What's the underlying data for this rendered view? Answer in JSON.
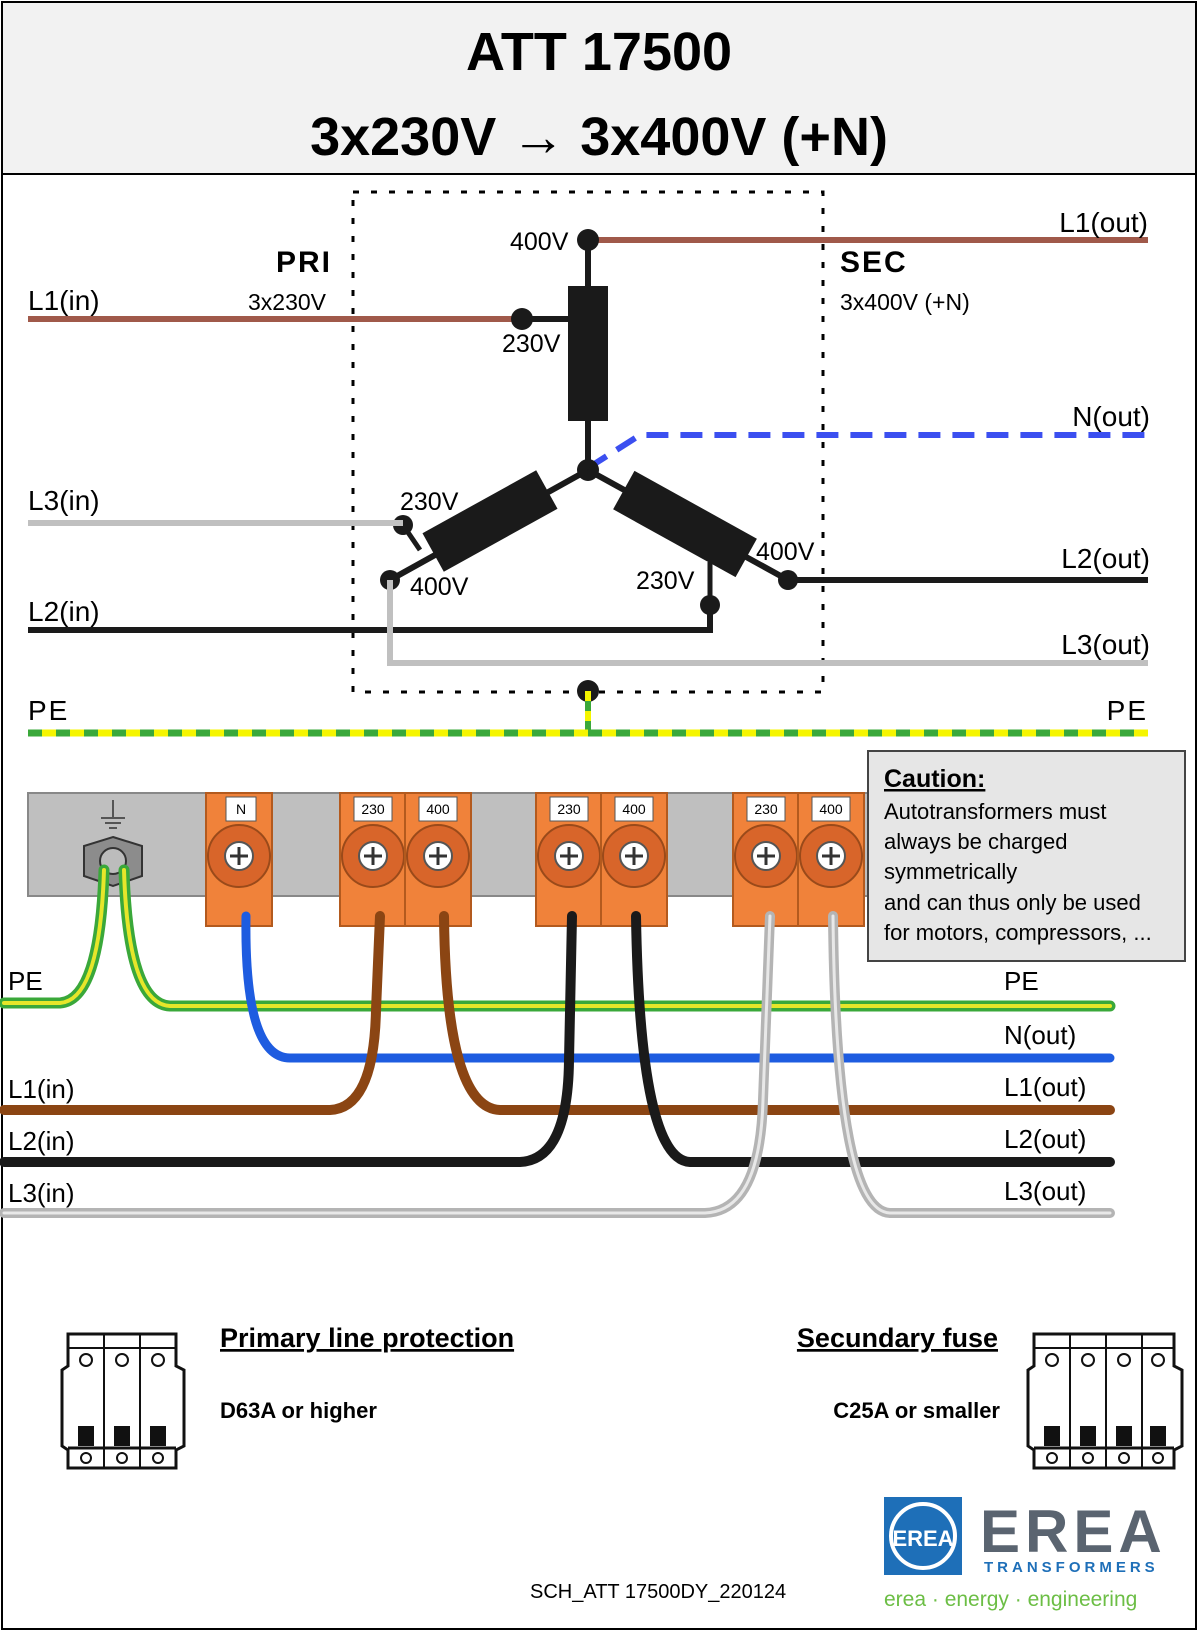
{
  "header": {
    "model": "ATT 17500",
    "conversion": "3x230V → 3x400V (+N)"
  },
  "schematic": {
    "primary": {
      "label": "PRI",
      "voltage": "3x230V"
    },
    "secondary": {
      "label": "SEC",
      "voltage": "3x400V (+N)"
    },
    "inputs": {
      "l1": "L1(in)",
      "l2": "L2(in)",
      "l3": "L3(in)",
      "pe": "PE"
    },
    "outputs": {
      "l1": "L1(out)",
      "l2": "L2(out)",
      "l3": "L3(out)",
      "n": "N(out)",
      "pe": "PE"
    },
    "tap_labels": {
      "top_400": "400V",
      "top_230": "230V",
      "left_230": "230V",
      "left_400": "400V",
      "right_230": "230V",
      "right_400": "400V"
    }
  },
  "terminal_block": {
    "terminals": [
      "N",
      "230",
      "400",
      "230",
      "400",
      "230",
      "400"
    ]
  },
  "wiring": {
    "left_labels": {
      "pe": "PE",
      "l1": "L1(in)",
      "l2": "L2(in)",
      "l3": "L3(in)"
    },
    "right_labels": {
      "pe": "PE",
      "n": "N(out)",
      "l1": "L1(out)",
      "l2": "L2(out)",
      "l3": "L3(out)"
    }
  },
  "caution": {
    "title": "Caution:",
    "lines": [
      "Autotransformers  must",
      "always be charged",
      "symmetrically",
      "and can thus only be used",
      "for motors, compressors, ..."
    ]
  },
  "protection": {
    "primary_title": "Primary line protection",
    "primary_value": "D63A or higher",
    "secondary_title": "Secundary fuse",
    "secondary_value": "C25A or smaller"
  },
  "footer": {
    "doc_code": "SCH_ATT 17500DY_220124",
    "brand": "EREA",
    "brand_sub": "TRANSFORMERS",
    "slogan": "erea · energy · engineering",
    "logo_letters": "EREA"
  },
  "colors": {
    "brown_line": "#a0594a",
    "brown_cable": "#8b4513",
    "grey_line": "#c0c0c0",
    "black_line": "#1a1a1a",
    "neutral_blue": "#3b4ff0",
    "earth_green": "#3aa83a",
    "earth_yellow": "#f5f500",
    "terminal_orange": "#f0823a",
    "brand_blue": "#1e6fb8",
    "brand_grey": "#5a6470"
  }
}
